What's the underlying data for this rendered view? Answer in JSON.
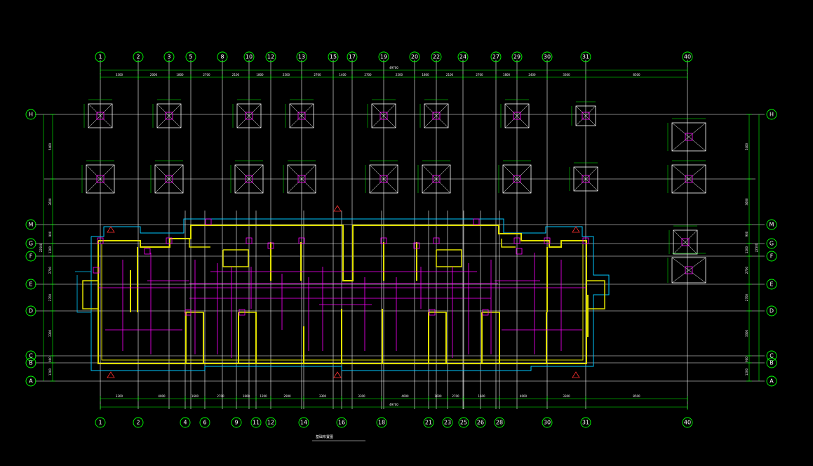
{
  "colors": {
    "background": "#000000",
    "grid": "#ffffff",
    "axis_bubble": "#00ff00",
    "dimension": "#00ff00",
    "wall": "#e0e000",
    "beam": "#ff00ff",
    "outline": "#00c8ff",
    "footing": "#ffffff",
    "marker": "#ff00ff",
    "red_symbol": "#ff3030",
    "text": "#ffffff"
  },
  "axes_top": [
    "1",
    "2",
    "3",
    "5",
    "8",
    "10",
    "12",
    "13",
    "15",
    "17",
    "19",
    "20",
    "22",
    "24",
    "27",
    "29",
    "30",
    "31",
    "40"
  ],
  "axes_bottom": [
    "1",
    "2",
    "4",
    "6",
    "9",
    "11",
    "12",
    "14",
    "16",
    "18",
    "21",
    "23",
    "25",
    "26",
    "28",
    "30",
    "31",
    "40"
  ],
  "axes_left": [
    "H",
    "M",
    "G",
    "F",
    "E",
    "D",
    "C",
    "B",
    "A"
  ],
  "axes_right": [
    "H",
    "M",
    "G",
    "F",
    "E",
    "D",
    "C",
    "B",
    "A"
  ],
  "dims_top": [
    "3300",
    "2000",
    "1800",
    "2700",
    "2100",
    "1800",
    "2500",
    "2700",
    "1400",
    "2700",
    "2500",
    "1800",
    "2100",
    "2700",
    "1800",
    "2400",
    "3300",
    "8500"
  ],
  "dims_top_total": "49700",
  "dims_bottom": [
    "3300",
    "4000",
    "1600",
    "2700",
    "1600",
    "1200",
    "2900",
    "3300",
    "3300",
    "4000",
    "1600",
    "2700",
    "1600",
    "4000",
    "3300",
    "8500"
  ],
  "dims_bottom_total": "49700",
  "dims_left": [
    "5400",
    "3600",
    "900",
    "1200",
    "2700",
    "2700",
    "3300",
    "900",
    "1200"
  ],
  "dims_left_total": "22500",
  "dims_right": [
    "5400",
    "3600",
    "900",
    "1200",
    "2700",
    "2700",
    "3300",
    "900",
    "1200"
  ],
  "dims_right_total": "22500",
  "drawing_title": "基础布置图"
}
